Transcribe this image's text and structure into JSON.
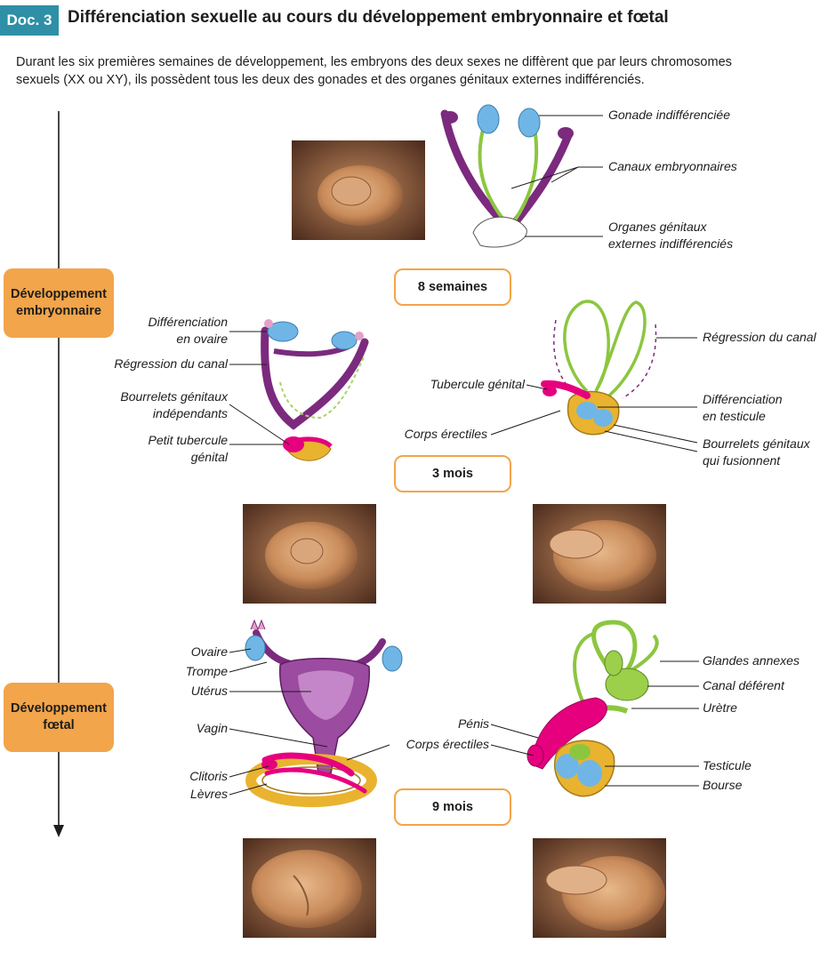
{
  "header": {
    "badge": "Doc. 3",
    "title": "Différenciation sexuelle au cours du développement embryonnaire et fœtal"
  },
  "intro": {
    "line1": "Durant les six premières semaines de développement, les embryons des deux sexes ne diffèrent que par leurs chromosomes",
    "line2": "sexuels (XX ou XY), ils possèdent tous les deux des gonades et des organes génitaux externes indifférenciés."
  },
  "phases": {
    "embryo_l1": "Développement",
    "embryo_l2": "embryonnaire",
    "fetal_l1": "Développement",
    "fetal_l2": "fœtal"
  },
  "stages": {
    "s1": "8 semaines",
    "s2": "3 mois",
    "s3": "9 mois"
  },
  "labels_8w": {
    "gonade": "Gonade indifférenciée",
    "canaux": "Canaux embryonnaires",
    "organes_l1": "Organes génitaux",
    "organes_l2": "externes indifférenciés"
  },
  "labels_3m_female": {
    "diff_l1": "Différenciation",
    "diff_l2": "en ovaire",
    "regression": "Régression du canal",
    "bourrelets_l1": "Bourrelets génitaux",
    "bourrelets_l2": "indépendants",
    "tubercule_l1": "Petit tubercule",
    "tubercule_l2": "génital"
  },
  "labels_3m_male": {
    "regression": "Régression du canal",
    "tubercule": "Tubercule génital",
    "diff_l1": "Différenciation",
    "diff_l2": "en testicule",
    "corps": "Corps érectiles",
    "bourrelets_l1": "Bourrelets génitaux",
    "bourrelets_l2": "qui fusionnent"
  },
  "labels_9m_female": {
    "ovaire": "Ovaire",
    "trompe": "Trompe",
    "uterus": "Utérus",
    "vagin": "Vagin",
    "clitoris": "Clitoris",
    "levres": "Lèvres"
  },
  "labels_9m_male": {
    "glandes": "Glandes annexes",
    "canal": "Canal déférent",
    "uretre": "Urètre",
    "penis": "Pénis",
    "corps": "Corps érectiles",
    "testicule": "Testicule",
    "bourse": "Bourse"
  },
  "colors": {
    "purple": "#7b2a7e",
    "green": "#8cc63f",
    "blue": "#6fb6e6",
    "magenta": "#e6007e",
    "orange": "#f2a54a",
    "yellow": "#e9b32f"
  }
}
